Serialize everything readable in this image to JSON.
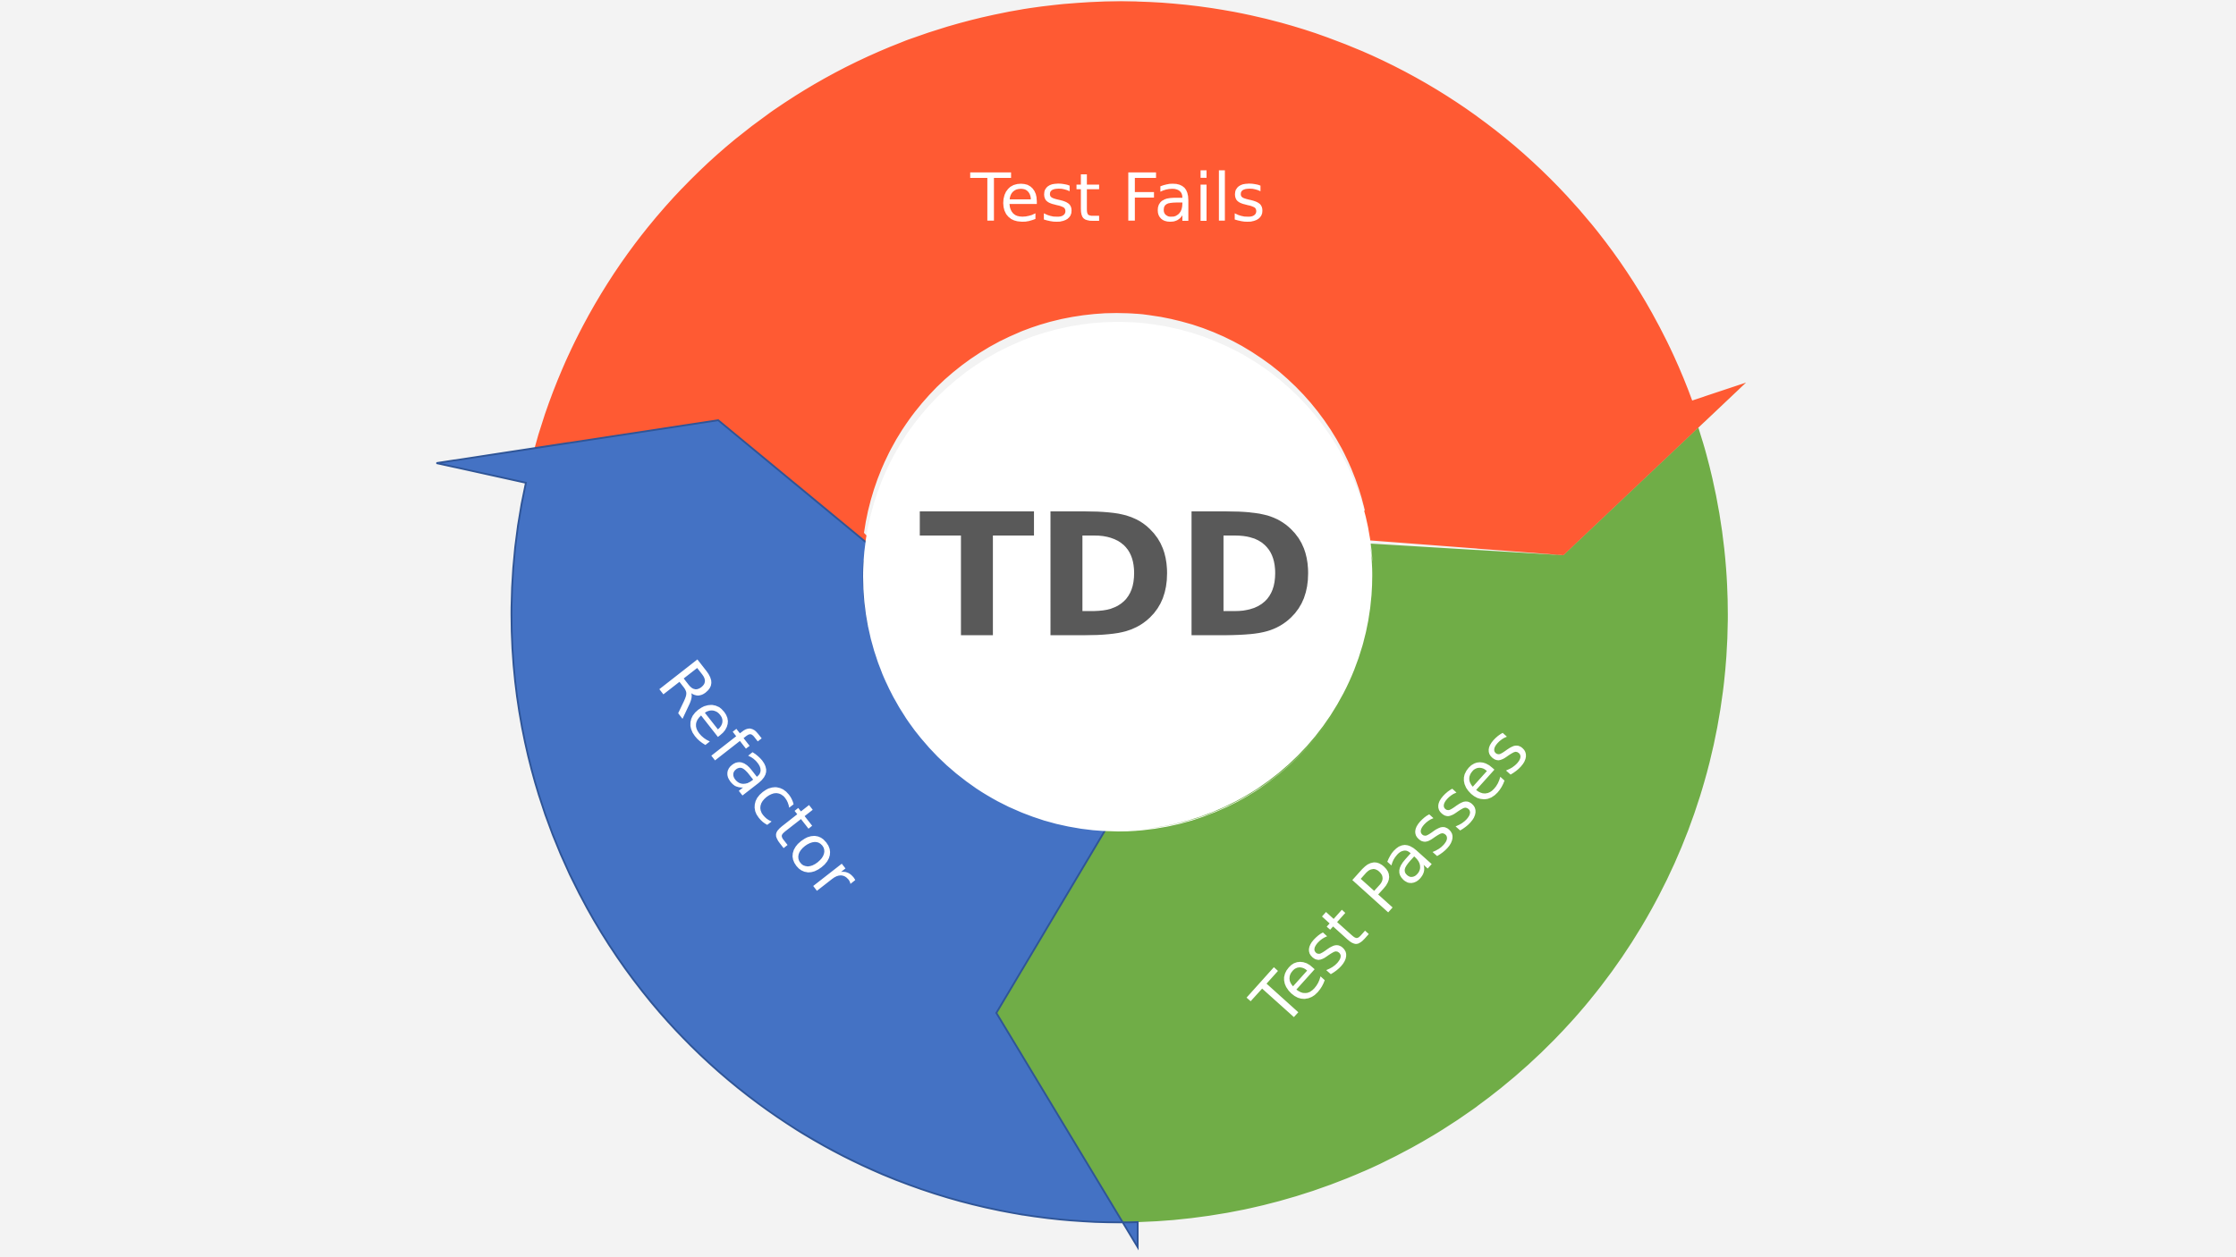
{
  "diagram": {
    "center_label": "TDD",
    "stages": [
      {
        "id": "test-fails",
        "label": "Test Fails",
        "color": "#ff5a33"
      },
      {
        "id": "test-passes",
        "label": "Test Passes",
        "color": "#70ad47"
      },
      {
        "id": "refactor",
        "label": "Refactor",
        "color": "#4472c4"
      }
    ],
    "background_color": "#f3f3f3",
    "center_color": "#ffffff",
    "center_text_color": "#595959"
  }
}
